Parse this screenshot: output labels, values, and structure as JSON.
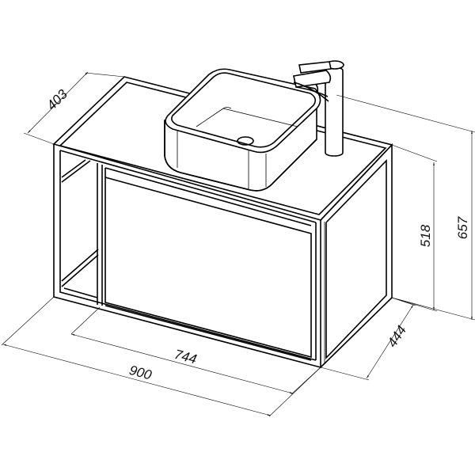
{
  "drawing": {
    "subject": "Wall-hung vanity frame with vessel sink and faucet",
    "line_color": "#000000",
    "background": "#ffffff"
  },
  "dimensions": {
    "overall_width": "900",
    "inner_width": "744",
    "depth_bottom": "444",
    "depth_top": "403",
    "frame_height": "518",
    "total_height": "657"
  },
  "components": {
    "sink": "vessel-sink",
    "faucet": "tall-single-lever-faucet",
    "frame": "metal-frame",
    "drawer": "drawer-front",
    "open_shelf": "left-open-shelf"
  }
}
